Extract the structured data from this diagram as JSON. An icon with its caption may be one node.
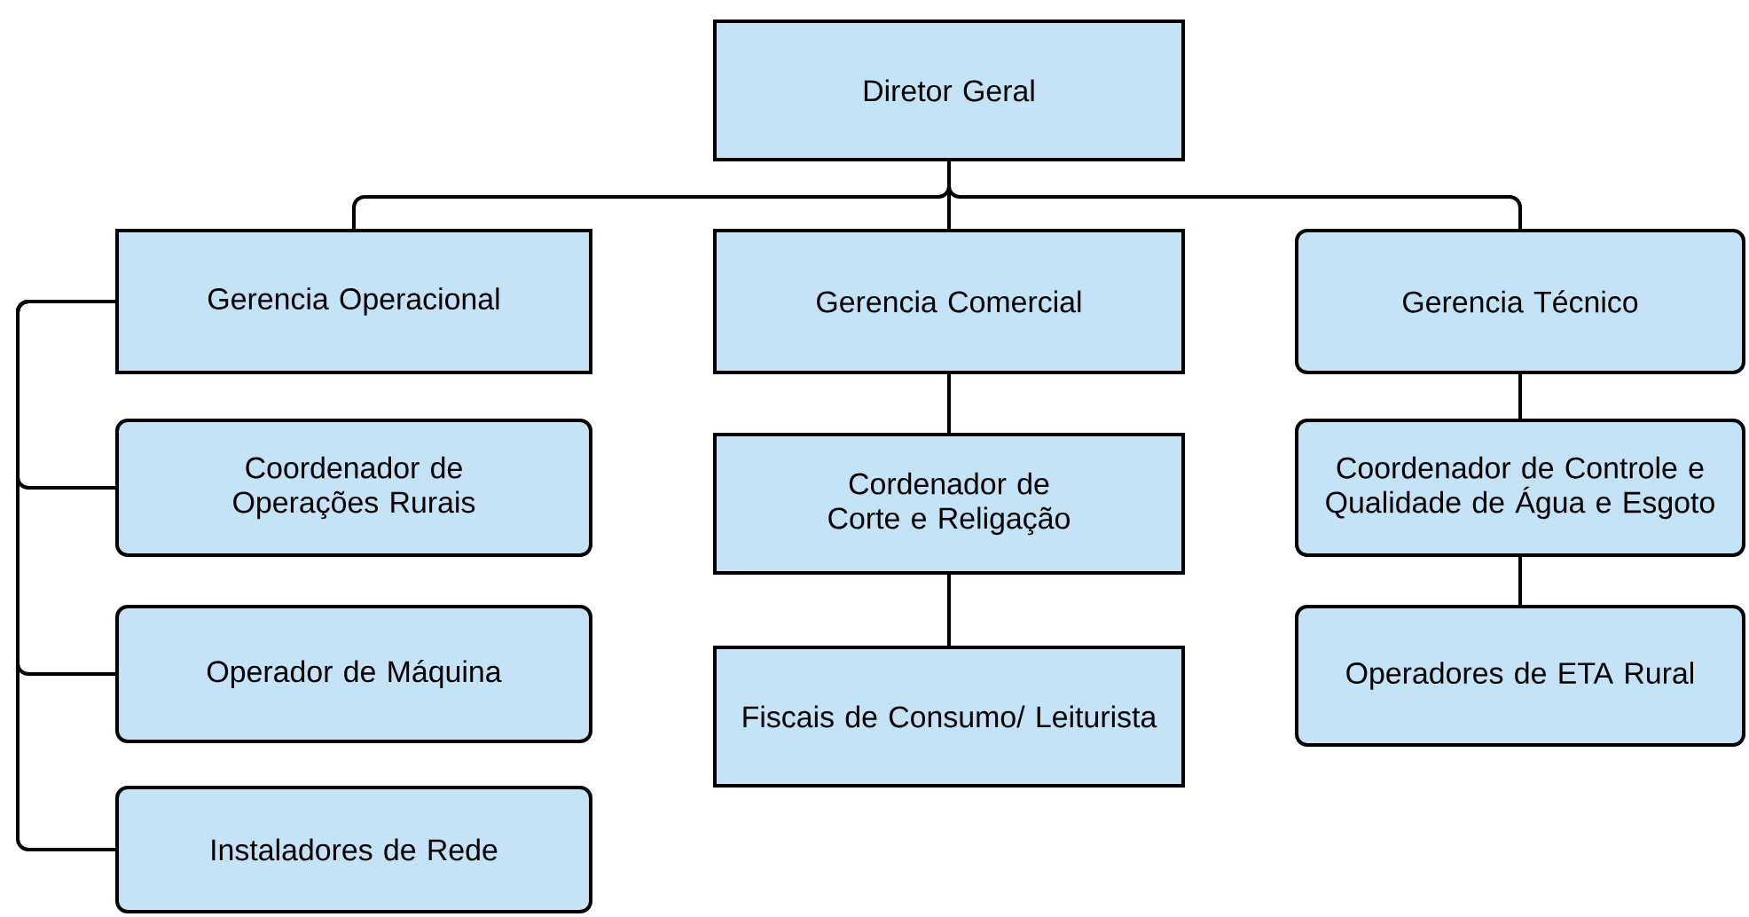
{
  "diagram": {
    "nodes": [
      {
        "text": [
          "Diretor Geral"
        ]
      },
      {
        "text": [
          "Gerencia Operacional"
        ]
      },
      {
        "text": [
          "Gerencia Comercial"
        ]
      },
      {
        "text": [
          "Gerencia Técnico"
        ]
      },
      {
        "text": [
          "Coordenador de Operações Rurais"
        ]
      },
      {
        "text": [
          "Operador de Máquina"
        ]
      },
      {
        "text": [
          "Instaladores de Rede"
        ]
      },
      {
        "text": [
          "Cordenador de Corte e Religação"
        ]
      },
      {
        "text": [
          "Fiscais de Consumo/ Leiturista"
        ]
      },
      {
        "text": [
          "Coordenador de Controle e Qualidade de Água e Esgoto"
        ]
      },
      {
        "text": [
          "Operadores de ETA Rural"
        ]
      }
    ],
    "edges": [
      {
        "from": 0,
        "to": 1,
        "arrow": "none"
      },
      {
        "from": 0,
        "to": 2,
        "arrow": "none"
      },
      {
        "from": 0,
        "to": 3,
        "arrow": "none"
      },
      {
        "from": 1,
        "to": 4,
        "arrow": "none"
      },
      {
        "from": 1,
        "to": 5,
        "arrow": "none"
      },
      {
        "from": 1,
        "to": 6,
        "arrow": "none"
      },
      {
        "from": 2,
        "to": 7,
        "arrow": "none"
      },
      {
        "from": 7,
        "to": 8,
        "arrow": "none"
      },
      {
        "from": 3,
        "to": 9,
        "arrow": "none"
      },
      {
        "from": 9,
        "to": 10,
        "arrow": "none"
      }
    ]
  }
}
